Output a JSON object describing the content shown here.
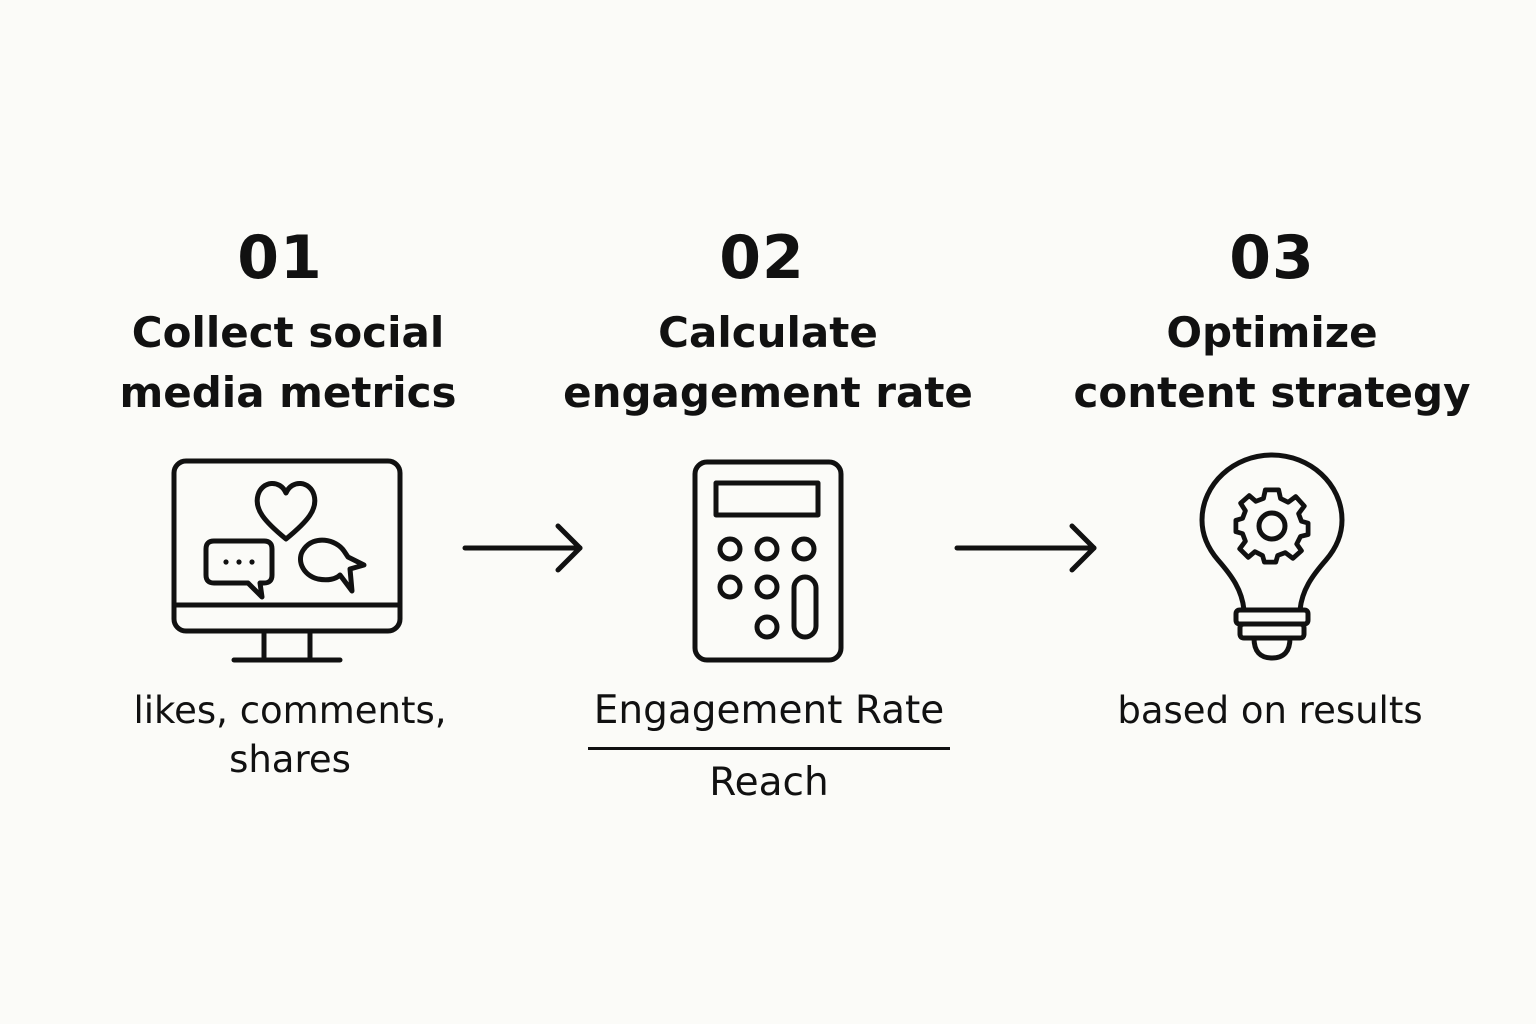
{
  "steps": [
    {
      "number": "01",
      "title_lines": [
        "Collect social",
        "media metrics"
      ],
      "icon": "monitor-social-icon",
      "caption_lines": [
        "likes, comments,",
        "shares"
      ]
    },
    {
      "number": "02",
      "title_lines": [
        "Calculate",
        "engagement rate"
      ],
      "icon": "calculator-icon",
      "formula": {
        "numerator": "Engagement Rate",
        "denominator": "Reach"
      }
    },
    {
      "number": "03",
      "title_lines": [
        "Optimize",
        "content strategy"
      ],
      "icon": "lightbulb-gear-icon",
      "caption_lines": [
        "based on results"
      ]
    }
  ],
  "arrows": [
    "arrow-right-icon",
    "arrow-right-icon"
  ],
  "colors": {
    "background": "#fbfbf8",
    "ink": "#111111"
  }
}
